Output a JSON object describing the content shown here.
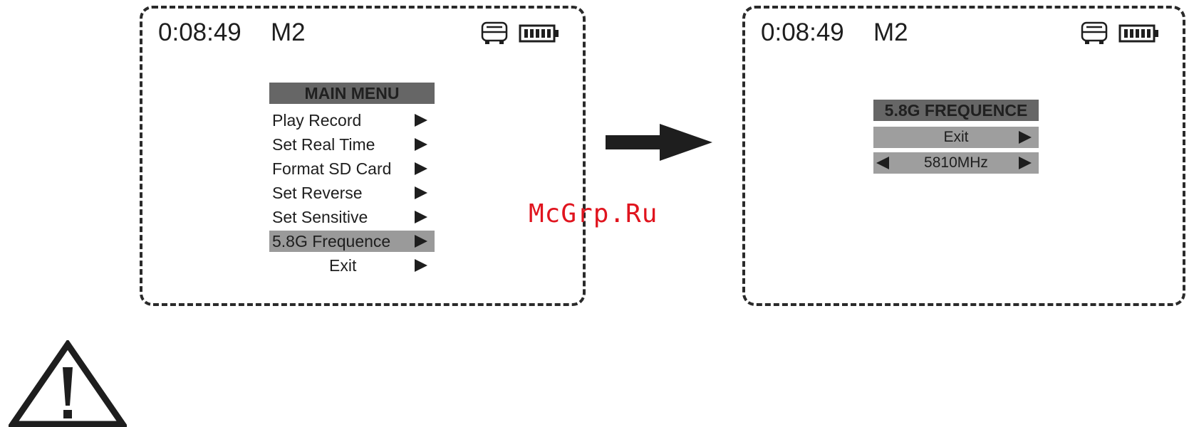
{
  "left_screen": {
    "time": "0:08:49",
    "mode": "M2",
    "icons": [
      "vehicle-icon",
      "battery-icon"
    ],
    "menu_title": "MAIN MENU",
    "items": [
      {
        "label": "Play Record"
      },
      {
        "label": "Set Real Time"
      },
      {
        "label": "Format SD Card"
      },
      {
        "label": "Set Reverse"
      },
      {
        "label": "Set Sensitive"
      },
      {
        "label": "5.8G Frequence",
        "selected": true
      },
      {
        "label": "Exit"
      }
    ]
  },
  "right_screen": {
    "time": "0:08:49",
    "mode": "M2",
    "icons": [
      "vehicle-icon",
      "battery-icon"
    ],
    "menu_title": "5.8G FREQUENCE",
    "exit_label": "Exit",
    "frequency_value": "5810MHz"
  },
  "watermark": "McGrp.Ru",
  "colors": {
    "header_bg": "#666666",
    "selection_bg": "#9a9a9a",
    "watermark": "#e0141e"
  }
}
